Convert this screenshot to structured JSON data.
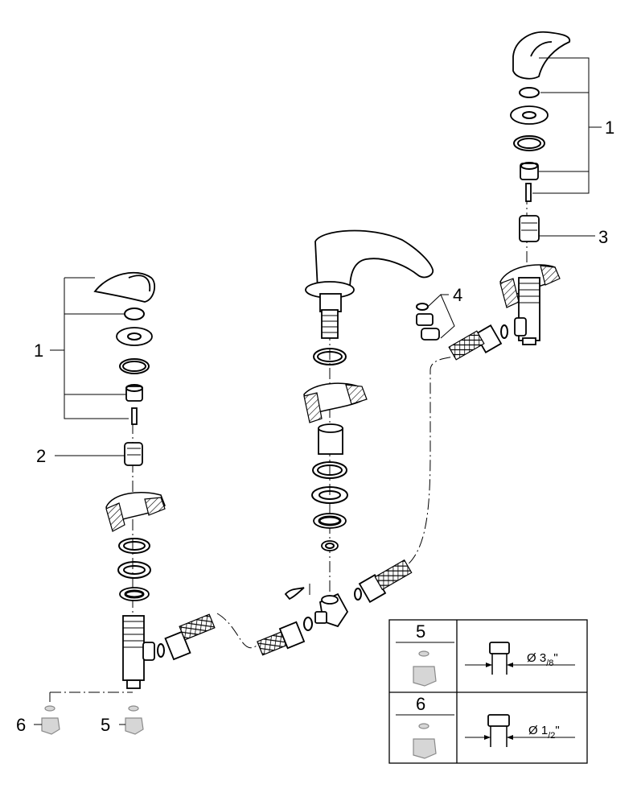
{
  "callouts": {
    "left_handle_set": "1",
    "right_handle_set": "1",
    "left_cartridge": "2",
    "right_cartridge": "3",
    "aerator_set": "4",
    "nut_a": "5",
    "nut_b": "6"
  },
  "inset": {
    "row1": {
      "number": "5",
      "dim_prefix": "Ø 3",
      "dim_fraction_den": "8",
      "dim_unit": "\""
    },
    "row2": {
      "number": "6",
      "dim_prefix": "Ø 1",
      "dim_fraction_den": "2",
      "dim_unit": "\""
    }
  }
}
